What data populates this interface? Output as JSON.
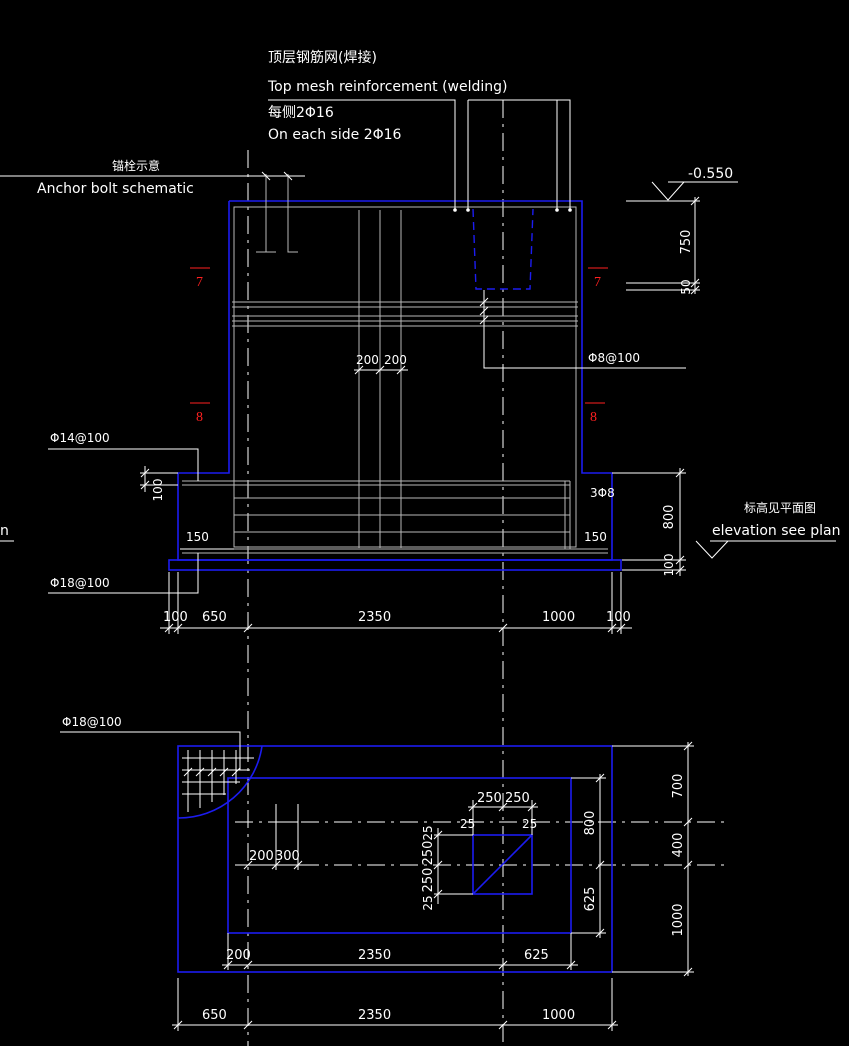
{
  "section": {
    "top_mesh_cn": "顶层钢筋网(焊接)",
    "top_mesh_en": "Top mesh reinforcement (welding)",
    "each_side_cn": "每侧2Φ16",
    "each_side_en": "On each side 2Φ16",
    "anchor_cn": "锚栓示意",
    "anchor_en": "Anchor bolt schematic",
    "level_top": "-0.550",
    "elev_cn": "标高见平面图",
    "elev_en": "elevation see plan",
    "edge_fragment": "n",
    "section_mark_7": "7",
    "section_mark_8": "8",
    "rebar_phi14": "Φ14@100",
    "rebar_phi18": "Φ18@100",
    "rebar_phi8": "Φ8@100",
    "three_phi8": "3Φ8",
    "dim_750": "750",
    "dim_50": "50",
    "dim_800": "800",
    "dim_100": "100",
    "dim_100_step": "100",
    "dim_200a": "200",
    "dim_200b": "200",
    "dim_150a": "150",
    "dim_150b": "150",
    "bottom_dims": [
      "100",
      "650",
      "2350",
      "1000",
      "100"
    ]
  },
  "plan": {
    "rebar_phi18": "Φ18@100",
    "dim_250a": "250",
    "dim_250b": "250",
    "dim_25a": "25",
    "dim_25b": "25",
    "dim_25c": "25",
    "dim_250c": "250",
    "dim_250d": "250",
    "dim_25d": "25",
    "dim_200": "200",
    "dim_300": "300",
    "dim_800": "800",
    "dim_625_right": "625",
    "dim_700": "700",
    "dim_400": "400",
    "dim_1000_right": "1000",
    "inner_dims": [
      "200",
      "2350",
      "625"
    ],
    "outer_dims": [
      "650",
      "2350",
      "1000"
    ]
  }
}
